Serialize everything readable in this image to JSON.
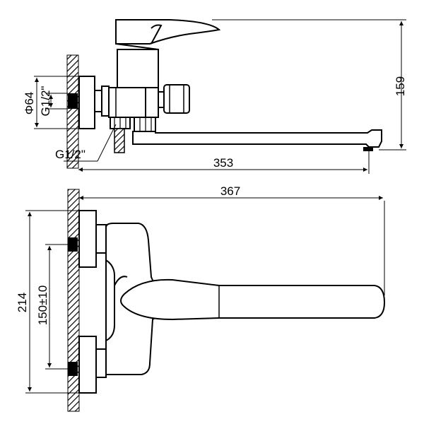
{
  "top_view": {
    "height_dim": "159",
    "length_dim": "353",
    "diameter_dim": "Φ64",
    "thread_top": "G1/2\"",
    "thread_bottom": "G1/2\""
  },
  "front_view": {
    "length_dim": "367",
    "height_dim": "214",
    "spacing_dim": "150±10"
  },
  "colors": {
    "ink": "#000000",
    "paper": "#ffffff"
  }
}
